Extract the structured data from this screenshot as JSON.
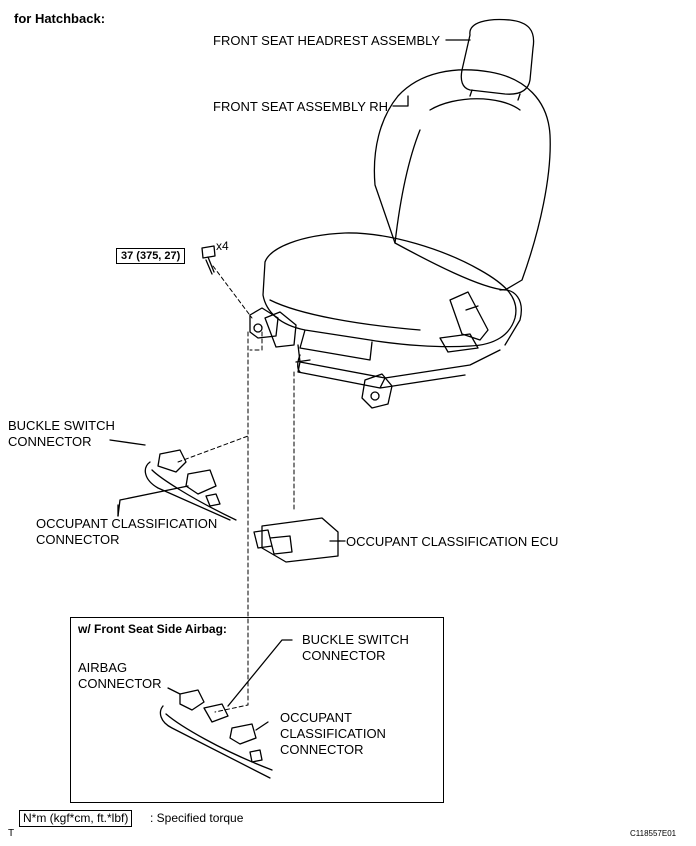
{
  "heading": "for Hatchback:",
  "labels": {
    "headrest": "FRONT SEAT HEADREST ASSEMBLY",
    "seat_assembly": "FRONT SEAT ASSEMBLY RH",
    "torque_value": "37 (375, 27)",
    "bolt_count": "x4",
    "buckle_switch_1": "BUCKLE SWITCH",
    "buckle_switch_2": "CONNECTOR",
    "occ_class_1": "OCCUPANT CLASSIFICATION",
    "occ_class_2": "CONNECTOR",
    "ecu": "OCCUPANT CLASSIFICATION ECU"
  },
  "inset": {
    "title": "w/ Front Seat Side Airbag:",
    "buckle_1": "BUCKLE SWITCH",
    "buckle_2": "CONNECTOR",
    "airbag_1": "AIRBAG",
    "airbag_2": "CONNECTOR",
    "occ_1": "OCCUPANT",
    "occ_2": "CLASSIFICATION",
    "occ_3": "CONNECTOR"
  },
  "legend": {
    "unit": "N*m (kgf*cm, ft.*lbf)",
    "text": ": Specified torque"
  },
  "corner_mark": "T",
  "figure_code": "C118557E01"
}
